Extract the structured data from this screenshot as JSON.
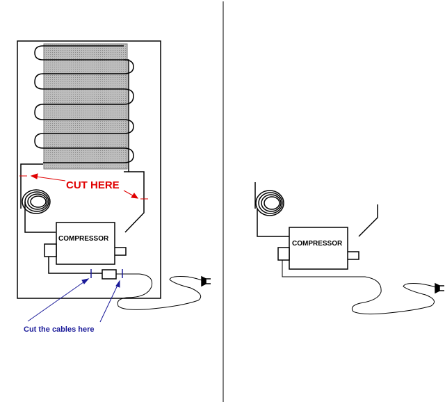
{
  "labels": {
    "compressor_left": "COMPRESSOR",
    "compressor_right": "COMPRESSOR",
    "cut_here": "CUT HERE",
    "cut_cables": "Cut the cables here"
  },
  "colors": {
    "line": "#000000",
    "condenser_fill": "#b4b4b4",
    "cut_label": "#e00000",
    "cut_arrow": "#e00000",
    "cable_label": "#1a1a99",
    "cable_arrow": "#1a1a99",
    "divider": "#000000"
  }
}
